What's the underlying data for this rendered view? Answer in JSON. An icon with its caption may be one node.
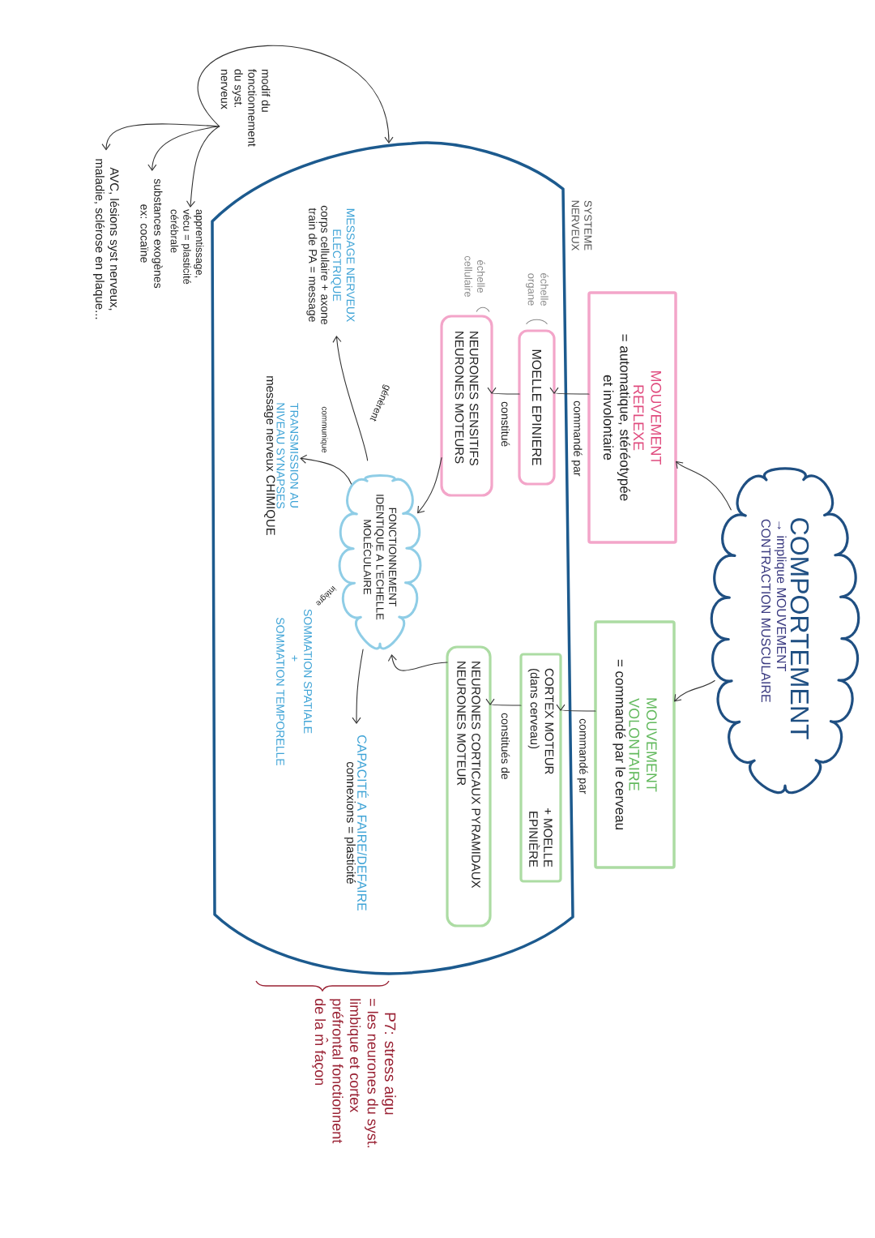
{
  "diagram": {
    "nodes": [
      {
        "text": [
          "COMPORTEMENT",
          "→ implique MOUVEMENT CONTRACTION MUSCULAIRE"
        ]
      },
      {
        "text": [
          "MOUVEMENT REFLEXE",
          "= automatique, stéréotypée et involontaire"
        ]
      },
      {
        "text": [
          "MOUVEMENT VOLONTAIRE",
          "= commandé par le cerveau"
        ]
      },
      {
        "text": [
          "SYSTEME NERVEUX"
        ]
      },
      {
        "text": [
          "MOELLE EPINIERE"
        ],
        "in": 3,
        "beside": [
          "échelle organe"
        ]
      },
      {
        "text": [
          "NEURONES SENSITIFS NEURONES MOTEURS"
        ],
        "in": 3,
        "beside": [
          "échelle cellulaire"
        ]
      },
      {
        "text": [
          "CORTEX MOTEUR (dans cerveau)",
          "+ MOELLE EPINIÈRE"
        ],
        "in": 3
      },
      {
        "text": [
          "NEURONES CORTICAUX PYRAMIDAUX NEURONES MOTEUR"
        ],
        "in": 3
      },
      {
        "text": [
          "FONCTIONNEMENT IDENTIQUE A L'ECHELLE MOLÉCULAIRE"
        ],
        "in": 3,
        "beside": [
          "intègre"
        ]
      },
      {
        "text": [
          "MESSAGE NERVEUX ELECTRIQUE",
          "corps cellulaire + axone",
          "train de PA = message"
        ],
        "in": 3
      },
      {
        "text": [
          "TRANSMISSION AU NIVEAU SYNAPSES",
          "message nerveux CHIMIQUE"
        ],
        "in": 3
      },
      {
        "text": [
          "CAPACITÉ A FAIRE/DEFAIRE",
          "connexions = plasticité"
        ],
        "in": 3
      },
      {
        "text": [
          "modif du fonctionnement du syst. nerveux"
        ]
      },
      {
        "text": [
          "apprentissage, vécu = plasticité cérébrale"
        ]
      },
      {
        "text": [
          "substances exogènes ex: cocaïne"
        ]
      },
      {
        "text": [
          "AVC, lésions syst nerveux, maladie, sclérose en plaque..."
        ]
      }
    ],
    "edges": [
      {
        "from": 0,
        "to": 1,
        "arrow": "to"
      },
      {
        "from": 0,
        "to": 2,
        "arrow": "to"
      },
      {
        "from": 1,
        "to": 4,
        "arrow": "to",
        "label": "commandé par"
      },
      {
        "from": 4,
        "to": 5,
        "arrow": "to",
        "label": "constitué"
      },
      {
        "from": 2,
        "to": 6,
        "arrow": "to",
        "label": "commandé par"
      },
      {
        "from": 6,
        "to": 7,
        "arrow": "to",
        "label": "constitués de"
      },
      {
        "from": 5,
        "to": 8,
        "arrow": "to"
      },
      {
        "from": 7,
        "to": 8,
        "arrow": "to"
      },
      {
        "from": 8,
        "to": 9,
        "arrow": "to",
        "label": "génèrent"
      },
      {
        "from": 8,
        "to": 10,
        "arrow": "to",
        "label": "communique"
      },
      {
        "from": 8,
        "to": 11,
        "arrow": "to"
      },
      {
        "from": 12,
        "to": 3,
        "arrow": "to"
      },
      {
        "from": 12,
        "to": 13,
        "arrow": "to"
      },
      {
        "from": 12,
        "to": 14,
        "arrow": "to"
      },
      {
        "from": 12,
        "to": 15,
        "arrow": "to"
      }
    ],
    "labels": [
      "SOMMATION SPATIALE",
      "+",
      "SOMMATION TEMPORELLE",
      "P7: stress aigu",
      "= les neurones du syst. limbique et cortex préfrontal fonctionnent de la m̂ façon"
    ]
  }
}
